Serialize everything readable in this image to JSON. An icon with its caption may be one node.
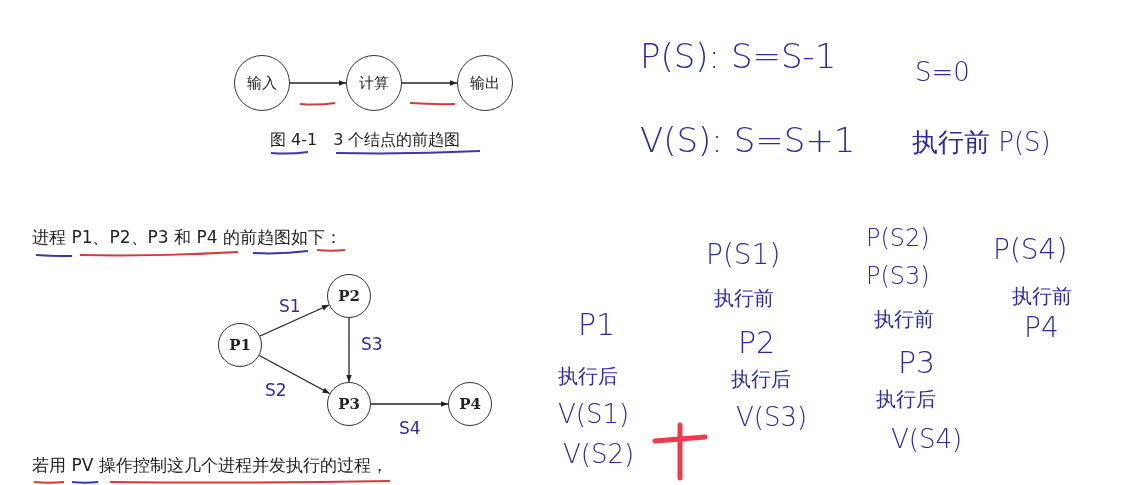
{
  "diagram": {
    "nodes": [
      {
        "text": [
          "输入"
        ]
      },
      {
        "text": [
          "计算"
        ]
      },
      {
        "text": [
          "输出"
        ]
      },
      {
        "text": [
          "P1"
        ]
      },
      {
        "text": [
          "P2"
        ]
      },
      {
        "text": [
          "P3"
        ]
      },
      {
        "text": [
          "P4"
        ]
      }
    ],
    "edges": [
      {
        "from": 0,
        "to": 1,
        "arrow": "to"
      },
      {
        "from": 1,
        "to": 2,
        "arrow": "to"
      },
      {
        "from": 3,
        "to": 4,
        "arrow": "to",
        "label": "S1"
      },
      {
        "from": 3,
        "to": 5,
        "arrow": "to",
        "label": "S2"
      },
      {
        "from": 4,
        "to": 5,
        "arrow": "to",
        "label": "S3"
      },
      {
        "from": 5,
        "to": 6,
        "arrow": "to",
        "label": "S4"
      }
    ],
    "labels": [
      "P(S): S=S-1",
      "S=0",
      "V(S): S=S+1",
      "执行前 P(S)",
      "图 4-1　3 个结点的前趋图",
      "进程 P1、P2、P3 和 P4 的前趋图如下：",
      "P(S2)",
      "P(S4)",
      "P(S1)",
      "P(S3)",
      "执行前",
      "执行前",
      "执行前",
      "P4",
      "P1",
      "P2",
      "P3",
      "执行后",
      "执行后",
      "V(S3)",
      "执行后",
      "V(S1)",
      "V(S4)",
      "V(S2)",
      "若用 PV 操作控制这几个进程并发执行的过程，"
    ]
  }
}
